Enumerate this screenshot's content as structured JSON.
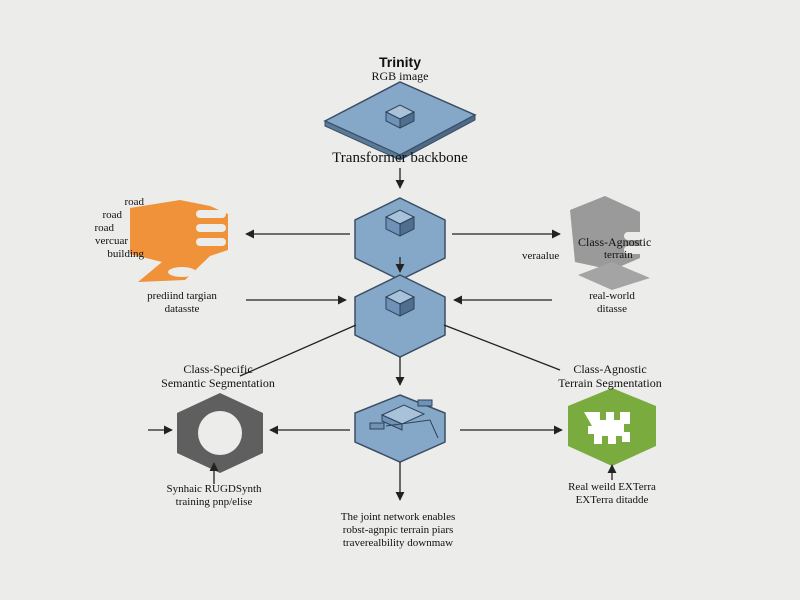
{
  "top": {
    "title": "Trinity",
    "subtitle": "RGB image",
    "backbone_label": "Transformer backbone"
  },
  "left_orange": {
    "labels": [
      "road",
      "road",
      "road",
      "vercuar",
      "building"
    ],
    "caption_line1": "prediind targian",
    "caption_line2": "datasste",
    "color": "#f0923a"
  },
  "right_gray": {
    "title": "Class-Agnostic",
    "subtitle": "terrain",
    "sublabel": "veraalue",
    "caption_line1": "real-world",
    "caption_line2": "ditasse",
    "color": "#9a9a9a"
  },
  "left_semantic": {
    "title_line1": "Class-Specific",
    "title_line2": "Semantic Segmentation",
    "caption_line1": "Synhaic RUGDSynth",
    "caption_line2": "training pnp/elise",
    "color": "#5f5f5f"
  },
  "right_terrain": {
    "title_line1": "Class-Agnostic",
    "title_line2": "Terrain Segmentation",
    "caption_line1": "Real weild EXTerra",
    "caption_line2": "EXTerra ditadde",
    "color": "#7aab3f"
  },
  "bottom": {
    "line1": "The joint network enables",
    "line2": "robst-agnpic terrain piars",
    "line3": "traverealbility downmaw"
  },
  "colors": {
    "hex_blue": "#86a8c8",
    "cube_blue": "#6f93b8",
    "outline": "#3a4f66"
  }
}
